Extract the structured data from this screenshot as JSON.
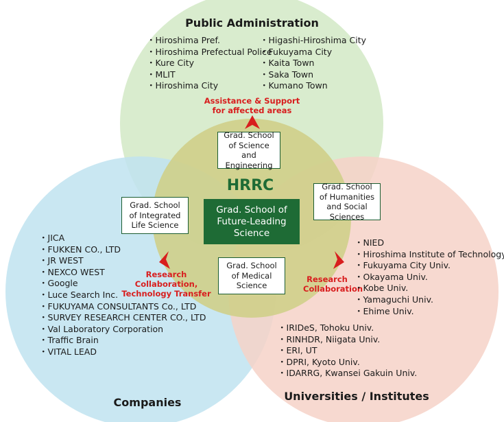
{
  "center": {
    "title": "HRRC",
    "main_school": "Grad. School of Future-Leading Science",
    "schools": [
      "Grad. School of Science and Engineering",
      "Grad. School of Integrated Life Science",
      "Grad. School of Humanities and Social Sciences",
      "Grad. School of Medical Science"
    ]
  },
  "public_administration": {
    "title": "Public Administration",
    "members_left": [
      "Hiroshima Pref.",
      "Hiroshima Prefectual Police",
      "Kure City",
      "MLIT",
      "Hiroshima City"
    ],
    "members_right": [
      "Higashi-Hiroshima City",
      "Fukuyama City",
      "Kaita Town",
      "Saka Town",
      "Kumano Town"
    ]
  },
  "companies": {
    "title": "Companies",
    "members": [
      "JICA",
      "FUKKEN CO., LTD",
      "JR WEST",
      "NEXCO WEST",
      "Google",
      "Luce Search Inc.",
      "FUKUYAMA CONSULTANTS Co., LTD",
      "SURVEY RESEARCH CENTER CO., LTD",
      "Val Laboratory Corporation",
      "Traffic Brain",
      "VITAL LEAD"
    ]
  },
  "universities": {
    "title": "Universities / Institutes",
    "members_upper": [
      "NIED",
      "Hiroshima Institute of Technology",
      "Fukuyama City Univ.",
      "Okayama Univ.",
      "Kobe Univ.",
      "Yamaguchi Univ.",
      "Ehime Univ."
    ],
    "members_lower": [
      "IRIDeS, Tohoku Univ.",
      "RINHDR, Niigata Univ.",
      "ERI, UT",
      "DPRI, Kyoto Univ.",
      "IDARRG, Kwansei Gakuin Univ."
    ]
  },
  "arrows": {
    "top_label": "Assistance & Support for affected areas",
    "left_label": "Research Collaboration, Technology Transfer",
    "right_label": "Research Collaboration"
  },
  "colors": {
    "public_circle": "#d9ecce",
    "companies_circle": "#bfe3f0",
    "universities_circle": "#f6d2c8",
    "center_circle": "#cfcf8a",
    "dark_green": "#1e6b35",
    "red": "#d81e1e"
  }
}
